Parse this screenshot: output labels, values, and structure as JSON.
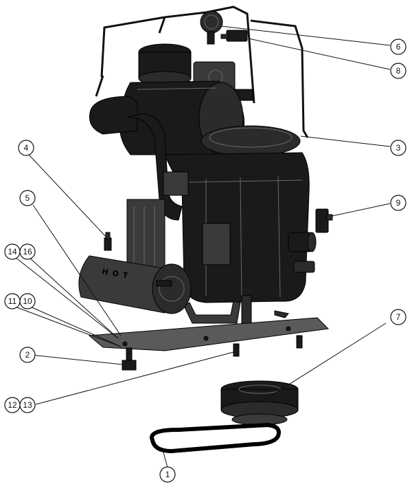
{
  "muffler_label": "HOT",
  "callouts": [
    "6",
    "8",
    "3",
    "4",
    "9",
    "5",
    "14",
    "16",
    "11",
    "10",
    "7",
    "2",
    "12",
    "13",
    "1"
  ],
  "colors": {
    "ink": "#111111",
    "part": "#1a1a1a",
    "plate": "#5a5a5a",
    "background": "#ffffff"
  }
}
